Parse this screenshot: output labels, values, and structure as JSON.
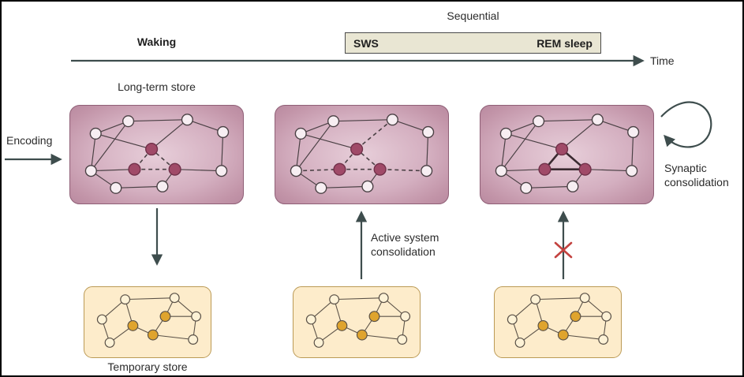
{
  "diagram": {
    "timeline": {
      "sequential": "Sequential",
      "waking": "Waking",
      "sws": "SWS",
      "rem_sleep": "REM sleep",
      "time": "Time"
    },
    "labels": {
      "long_term_store": "Long-term store",
      "encoding": "Encoding",
      "active_system_consolidation": "Active system consolidation",
      "synaptic_consolidation": "Synaptic consolidation",
      "temporary_store": "Temporary store"
    },
    "colors": {
      "long_term_box_fill": "#d4afc0",
      "long_term_box_border": "#8f5f76",
      "engram_node": "#a04a68",
      "inactive_node": "#f7eef2",
      "temporary_box_fill": "#fdeccb",
      "temporary_box_border": "#bb9a55",
      "temporary_active_node": "#dfa42e",
      "arrow": "#3e4d4d",
      "blocked_x": "#c3423f",
      "sleep_bar_fill": "#e9e6d3",
      "sleep_bar_border": "#4a4a4a"
    }
  }
}
